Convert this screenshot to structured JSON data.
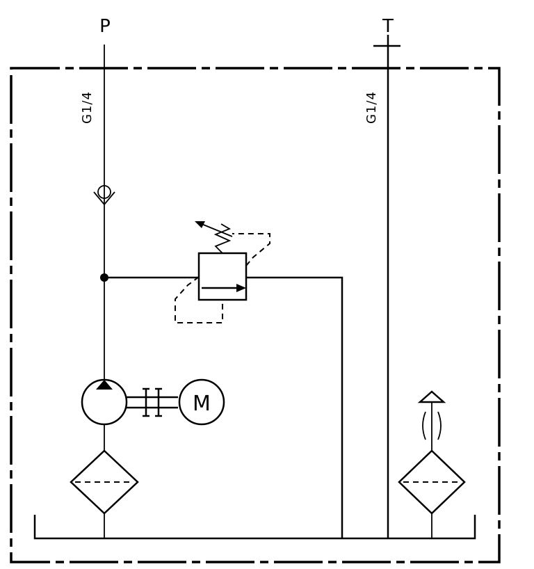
{
  "ports": {
    "pressure": {
      "label": "P",
      "thread": "G1/4"
    },
    "tank": {
      "label": "T",
      "thread": "G1/4"
    }
  },
  "motor": {
    "label": "M"
  }
}
